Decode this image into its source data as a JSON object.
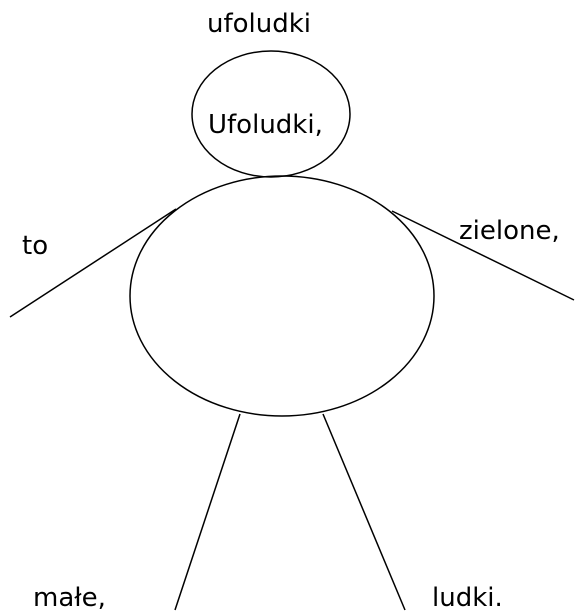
{
  "labels": {
    "above_head": "ufoludki",
    "in_head": "Ufoludki,",
    "left_arm": "to",
    "right_arm": "zielone,",
    "left_leg": "małe,",
    "right_leg": "ludki."
  },
  "colors": {
    "stroke": "#000000",
    "background": "#ffffff"
  }
}
